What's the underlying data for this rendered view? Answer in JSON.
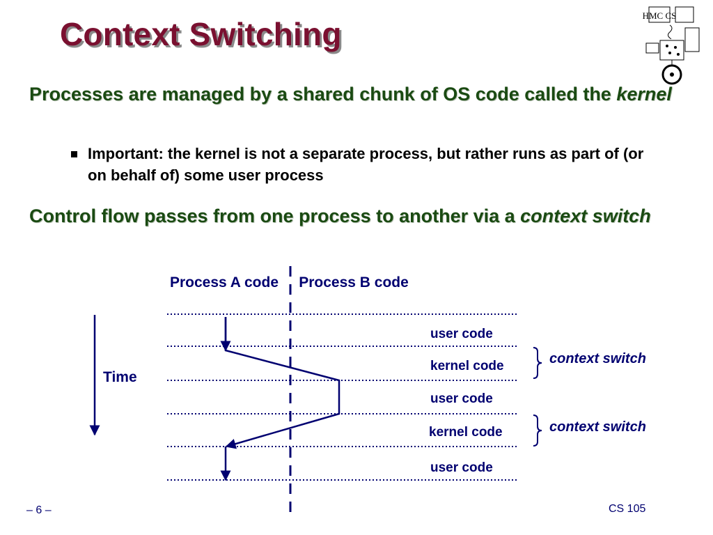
{
  "slide": {
    "title": "Context Switching",
    "bullets": [
      {
        "text": "Processes are managed by a shared chunk of OS code called the ",
        "emph": "kernel"
      },
      {
        "text": "Control flow passes from one process to another via a ",
        "emph": "context switch"
      }
    ],
    "sub_bullet": "Important: the kernel is not a separate process, but rather runs as part of (or on behalf of) some user process",
    "logo_text": "HMC CS"
  },
  "diagram": {
    "process_a": "Process A code",
    "process_b": "Process B code",
    "time_label": "Time",
    "segments": [
      "user code",
      "kernel code",
      "user code",
      "kernel code",
      "user code"
    ],
    "context_switch_label": "context switch"
  },
  "footer": {
    "page": "– 6 –",
    "course": "CS 105"
  },
  "colors": {
    "title": "#7a1030",
    "bullet": "#1a4a12",
    "diagram": "#000070"
  }
}
